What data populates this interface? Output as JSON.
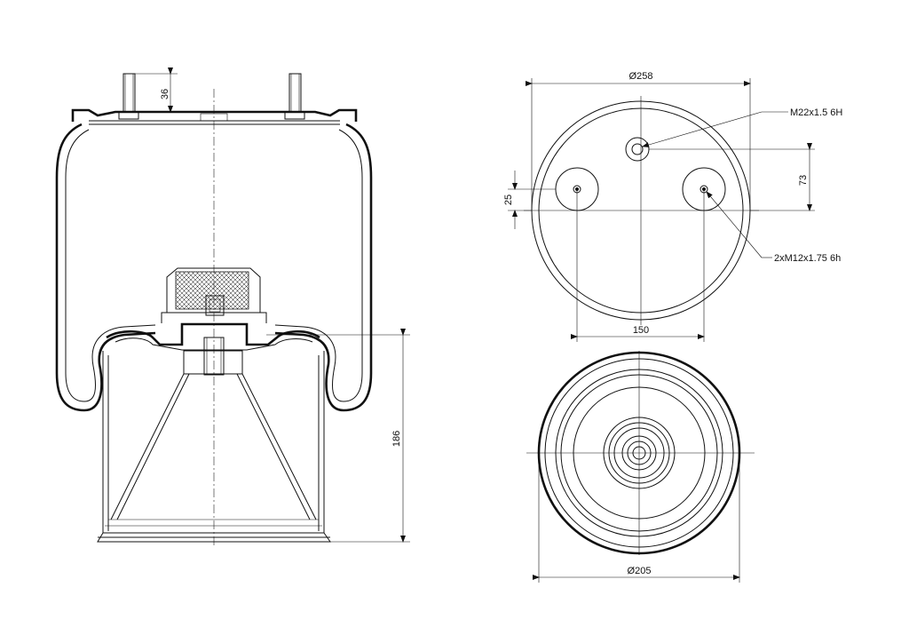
{
  "drawing": {
    "dimensions": {
      "stud_height": "36",
      "piston_height": "186",
      "top_diameter": "Ø258",
      "stud_spacing": "150",
      "center_offset_vertical": "73",
      "stud_offset_vertical": "25",
      "bottom_diameter": "Ø205"
    },
    "callouts": {
      "center_thread": "M22x1.5 6H",
      "stud_threads": "2xM12x1.75 6h"
    }
  }
}
